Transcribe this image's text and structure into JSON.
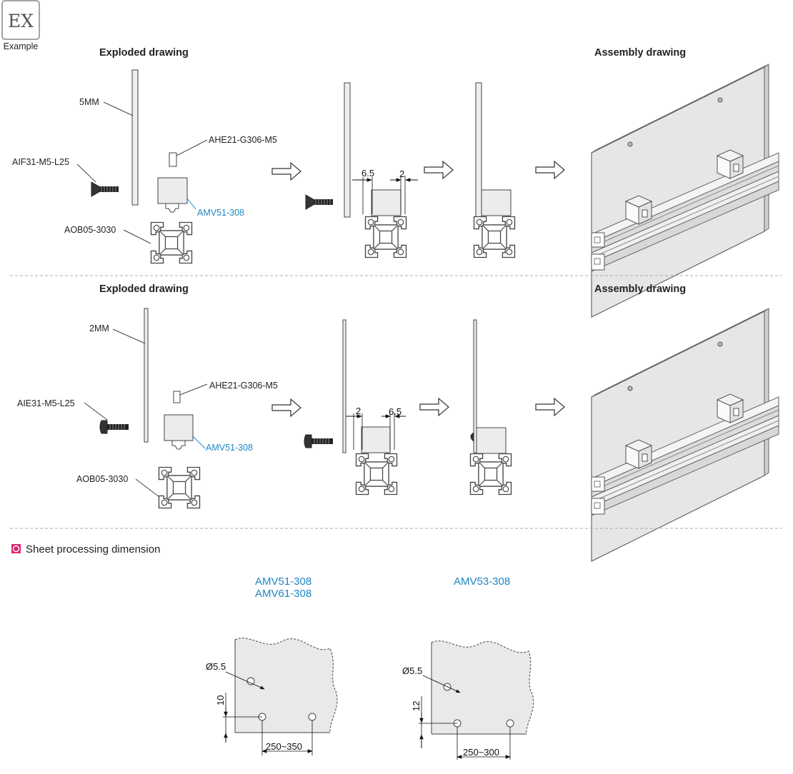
{
  "badge": {
    "code": "EX",
    "caption": "Example"
  },
  "section1": {
    "exploded_title": "Exploded drawing",
    "assembly_title": "Assembly drawing",
    "labels": {
      "thickness": "5MM",
      "screw": "AIF31-M5-L25",
      "nut": "AHE21-G306-M5",
      "bracket": "AMV51-308",
      "profile": "AOB05-3030"
    },
    "dims": {
      "offset": "6.5",
      "gap": "2"
    }
  },
  "section2": {
    "exploded_title": "Exploded drawing",
    "assembly_title": "Assembly drawing",
    "labels": {
      "thickness": "2MM",
      "screw": "AIE31-M5-L25",
      "nut": "AHE21-G306-M5",
      "bracket": "AMV51-308",
      "profile": "AOB05-3030"
    },
    "dims": {
      "gap": "2",
      "offset": "6.5"
    }
  },
  "sheet": {
    "heading": "Sheet processing dimension",
    "accent_color": "#e0266e",
    "left": {
      "caption1": "AMV51-308",
      "caption2": "AMV61-308",
      "hole": "Ø5.5",
      "vertical": "10",
      "horizontal": "250~350"
    },
    "right": {
      "caption1": "AMV53-308",
      "hole": "Ø5.5",
      "vertical": "12",
      "horizontal": "250~300"
    }
  }
}
